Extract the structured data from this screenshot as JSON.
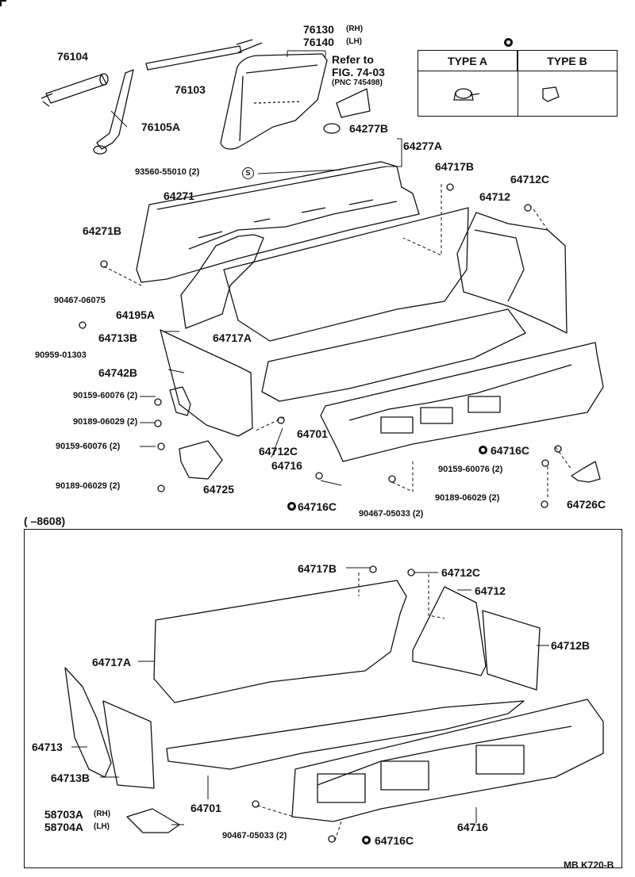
{
  "figure": {
    "code": "MB  K720-B",
    "type_table": {
      "header_a": "TYPE  A",
      "header_b": "TYPE  B",
      "marker": "clip-marker"
    },
    "range_label": "(        –8608)",
    "s_marker": "S"
  },
  "upper": {
    "p76130": "76130",
    "rh": "(RH)",
    "p76140": "76140",
    "lh": "(LH)",
    "p76104": "76104",
    "p76103": "76103",
    "p76105A": "76105A",
    "refer1": "Refer to",
    "refer2": "FIG. 74-03",
    "refer3": "(PNC 745498)",
    "p64277B": "64277B",
    "p64277A": "64277A",
    "p93560": "93560-55010 (2)",
    "p64717B": "64717B",
    "p64712C": "64712C",
    "p64271": "64271",
    "p64712": "64712",
    "p64271B": "64271B",
    "p90467_06075": "90467-06075",
    "p64195A": "64195A",
    "p90959": "90959-01303",
    "p64713B": "64713B",
    "p64717A": "64717A",
    "p64742B": "64742B",
    "p90159a": "90159-60076 (2)",
    "p90189a": "90189-06029 (2)",
    "p90159b": "90159-60076 (2)",
    "p64701": "64701",
    "p64712C_b": "64712C",
    "p64716": "64716",
    "p64716C_r": "64716C",
    "p90159c": "90159-60076 (2)",
    "p90189b": "90189-06029 (2)",
    "p64725": "64725",
    "p64716C_l": "64716C",
    "p90467_05033": "90467-05033 (2)",
    "p90189c": "90189-06029 (2)",
    "p64726C": "64726C"
  },
  "lower": {
    "p64717B": "64717B",
    "p64712C": "64712C",
    "p64712": "64712",
    "p64712B": "64712B",
    "p64717A": "64717A",
    "p64713": "64713",
    "p64713B": "64713B",
    "p64701": "64701",
    "p58703A": "58703A",
    "rh": "(RH)",
    "p58704A": "58704A",
    "lh": "(LH)",
    "p90467": "90467-05033 (2)",
    "p64716": "64716",
    "p64716C": "64716C"
  }
}
